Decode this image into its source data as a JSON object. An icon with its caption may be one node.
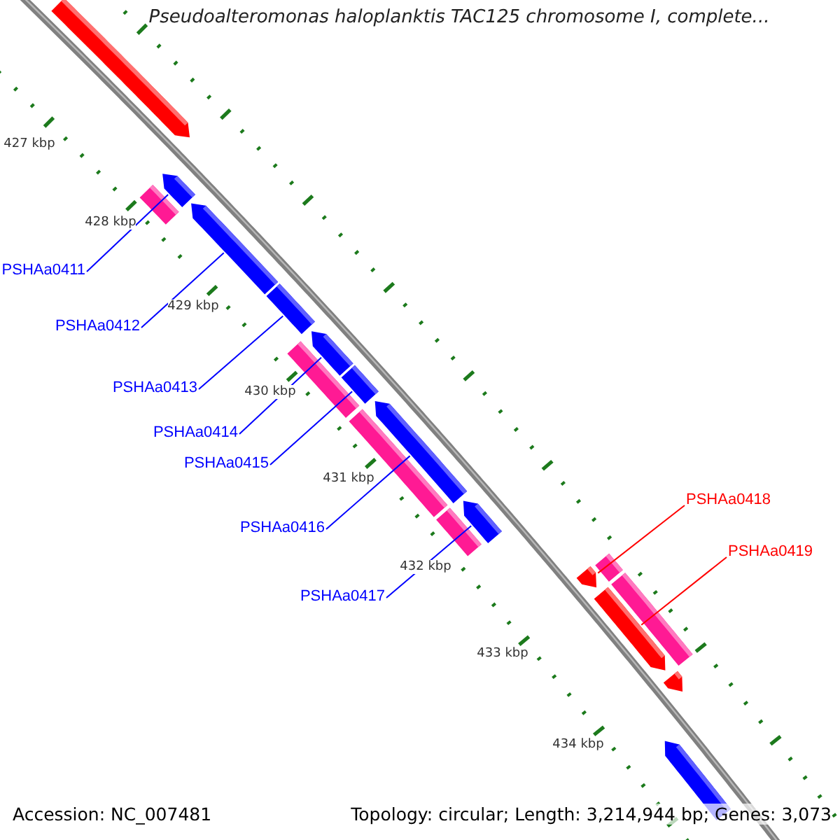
{
  "diagram": {
    "title": "Pseudoalteromonas haloplanktis TAC125 chromosome I, complete...",
    "nodes": [
      {
        "text": [],
        "shape": "arrow"
      },
      {
        "text": [],
        "shape": "arrow"
      },
      {
        "text": [],
        "shape": "bar"
      },
      {
        "text": [],
        "shape": "arrow"
      },
      {
        "text": [],
        "shape": "bar"
      },
      {
        "text": [],
        "shape": "arrow"
      },
      {
        "text": [],
        "shape": "bar"
      },
      {
        "text": [],
        "shape": "bar"
      },
      {
        "text": [],
        "shape": "arrow"
      },
      {
        "text": [],
        "shape": "bar"
      },
      {
        "text": [],
        "shape": "arrow"
      },
      {
        "text": [],
        "shape": "bar"
      },
      {
        "text": [],
        "shape": "arrow"
      },
      {
        "text": [],
        "shape": "bar"
      },
      {
        "text": [],
        "shape": "arrow"
      },
      {
        "text": [],
        "shape": "bar"
      },
      {
        "text": [],
        "shape": "arrow"
      },
      {
        "text": [],
        "shape": "arrow"
      },
      {
        "text": [
          "PSHAa0411"
        ]
      },
      {
        "text": [
          "PSHAa0412"
        ]
      },
      {
        "text": [
          "PSHAa0413"
        ]
      },
      {
        "text": [
          "PSHAa0414"
        ]
      },
      {
        "text": [
          "PSHAa0415"
        ]
      },
      {
        "text": [
          "PSHAa0416"
        ]
      },
      {
        "text": [
          "PSHAa0417"
        ]
      },
      {
        "text": [
          "PSHAa0418"
        ]
      },
      {
        "text": [
          "PSHAa0419"
        ]
      }
    ],
    "edges": [
      {
        "from": 18,
        "to": 1,
        "arrow": "none"
      },
      {
        "from": 19,
        "to": 3,
        "arrow": "none"
      },
      {
        "from": 20,
        "to": 4,
        "arrow": "none"
      },
      {
        "from": 21,
        "to": 5,
        "arrow": "none"
      },
      {
        "from": 22,
        "to": 6,
        "arrow": "none"
      },
      {
        "from": 23,
        "to": 8,
        "arrow": "none"
      },
      {
        "from": 24,
        "to": 10,
        "arrow": "none"
      },
      {
        "from": 25,
        "to": 12,
        "arrow": "none",
        "color": "#ff0000"
      },
      {
        "from": 26,
        "to": 14,
        "arrow": "none",
        "color": "#ff0000"
      }
    ],
    "labels": [
      "427 kbp",
      "428 kbp",
      "429 kbp",
      "430 kbp",
      "431 kbp",
      "432 kbp",
      "433 kbp",
      "434 kbp",
      "Accession: NC_007481",
      "Topology: circular; Length: 3,214,944 bp; Genes: 3,073"
    ]
  }
}
